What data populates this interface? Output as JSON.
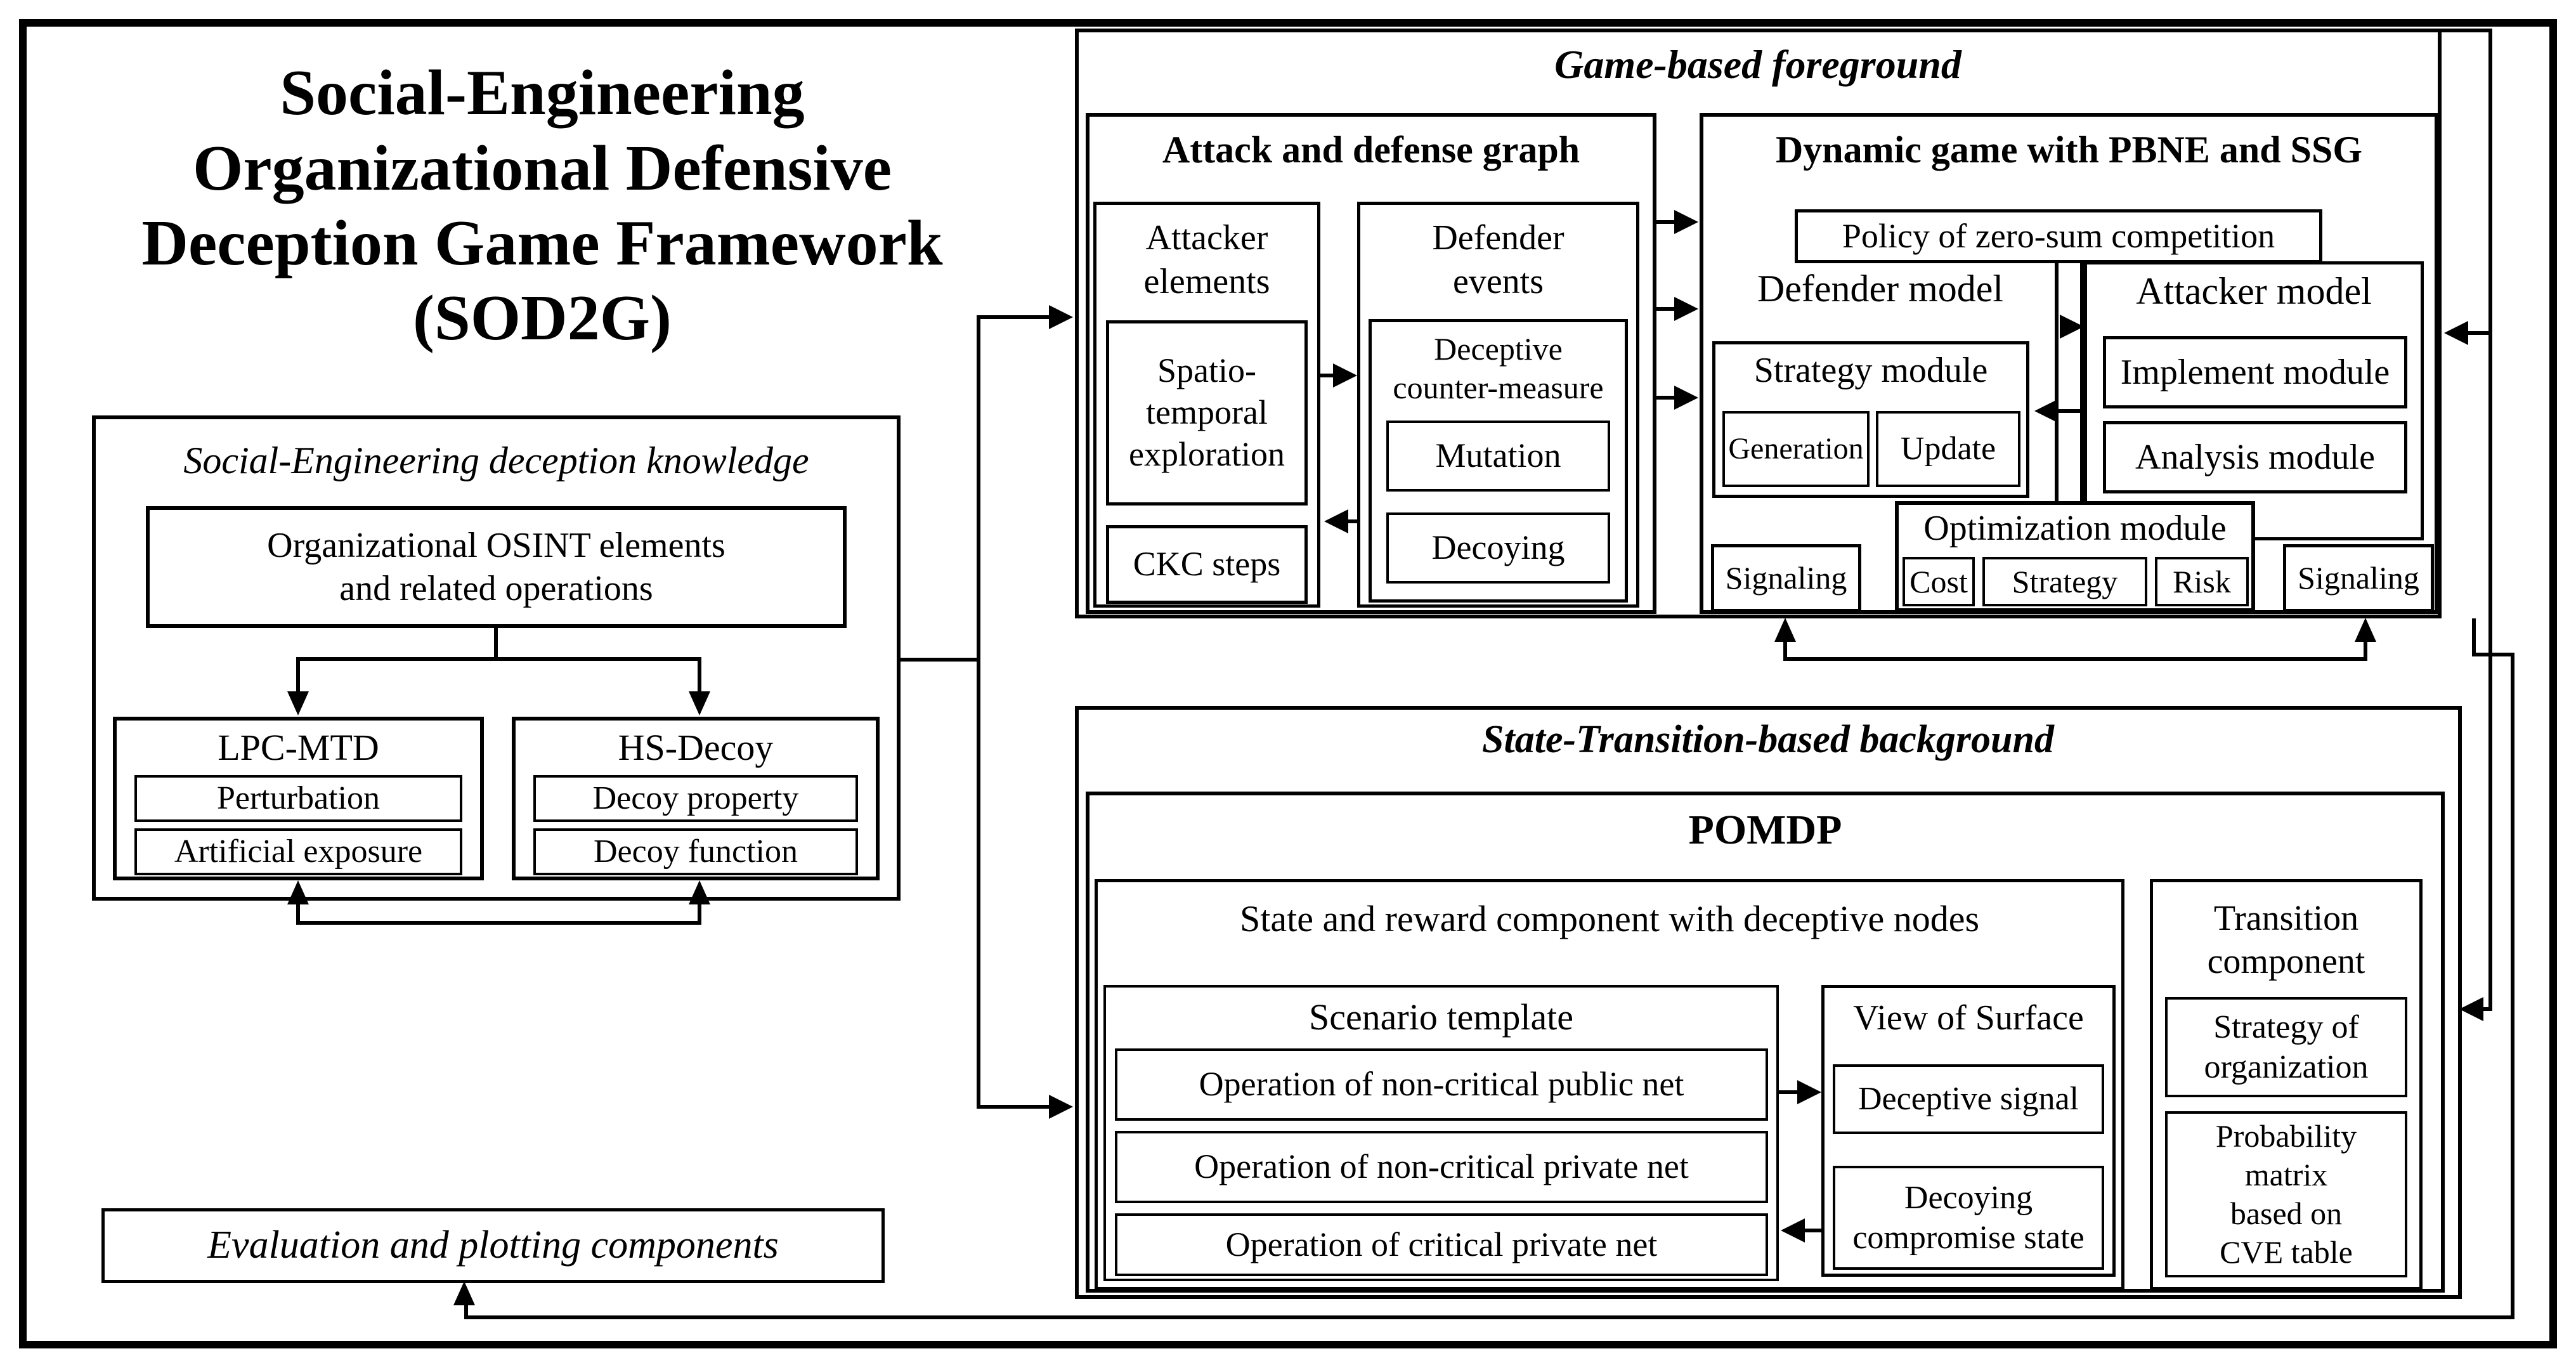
{
  "main_title": {
    "lines": [
      "Social-Engineering",
      "Organizational Defensive",
      "Deception Game Framework",
      "(SOD2G)"
    ]
  },
  "knowledge_box": {
    "title": "Social-Engineering deception knowledge",
    "osint_lines": [
      "Organizational OSINT elements",
      "and related operations"
    ],
    "lpc_mtd": {
      "title": "LPC-MTD",
      "items": [
        "Perturbation",
        "Artificial exposure"
      ]
    },
    "hs_decoy": {
      "title": "HS-Decoy",
      "items": [
        "Decoy property",
        "Decoy function"
      ]
    }
  },
  "evaluation_box": {
    "title": "Evaluation and plotting components"
  },
  "game_foreground": {
    "title": "Game-based foreground",
    "attack_defense_graph": {
      "title": "Attack and defense graph",
      "attacker_elements": {
        "header_lines": [
          "Attacker",
          "elements"
        ],
        "spatio_lines": [
          "Spatio-",
          "temporal",
          "exploration"
        ],
        "ckc": "CKC steps"
      },
      "defender_events": {
        "header_lines": [
          "Defender",
          "events"
        ],
        "counter_measure_lines": [
          "Deceptive",
          "counter-measure"
        ],
        "items": [
          "Mutation",
          "Decoying"
        ]
      }
    },
    "dynamic_game": {
      "title": "Dynamic game with PBNE and SSG",
      "policy": "Policy of zero-sum competition",
      "defender_model": "Defender model",
      "attacker_model": "Attacker model",
      "strategy_module": {
        "title": "Strategy module",
        "items": [
          "Generation",
          "Update"
        ]
      },
      "implement_module": "Implement module",
      "analysis_module": "Analysis module",
      "optimization_module": {
        "title": "Optimization module",
        "items": [
          "Cost",
          "Strategy",
          "Risk"
        ]
      },
      "signaling_left": "Signaling",
      "signaling_right": "Signaling"
    }
  },
  "background": {
    "title": "State-Transition-based background",
    "pomdp_title": "POMDP",
    "state_reward": {
      "title": "State and reward component with deceptive nodes",
      "scenario": {
        "title": "Scenario template",
        "items": [
          "Operation of non-critical public net",
          "Operation of non-critical private net",
          "Operation of critical private net"
        ]
      },
      "view_surface": {
        "title": "View of Surface",
        "signal": "Deceptive signal",
        "decoying_lines": [
          "Decoying",
          "compromise state"
        ]
      }
    },
    "transition": {
      "title_lines": [
        "Transition",
        "component"
      ],
      "strategy_lines": [
        "Strategy of",
        "organization"
      ],
      "probability_lines": [
        "Probability",
        "matrix",
        "based on",
        "CVE table"
      ]
    }
  },
  "colors": {
    "ink": "#000000",
    "paper": "#ffffff"
  }
}
